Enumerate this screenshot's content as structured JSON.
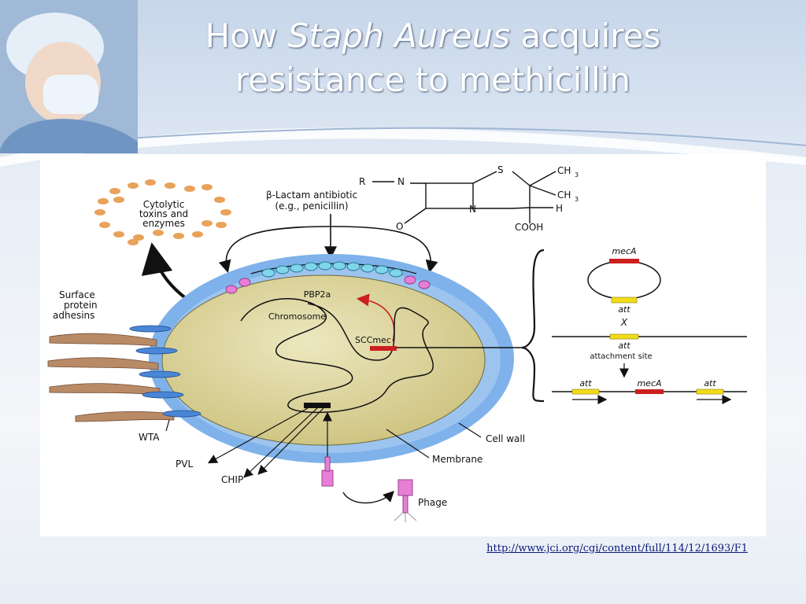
{
  "slide": {
    "title_part1": "How ",
    "title_italic": "Staph Aureus",
    "title_part2": " acquires",
    "title_line2": "resistance to  methicillin",
    "source_url": "http://www.jci.org/cgi/content/full/114/12/1693/F1"
  },
  "diagram": {
    "cytolytic_line1": "Cytolytic",
    "cytolytic_line2": "toxins and",
    "cytolytic_line3": "enzymes",
    "beta_lactam_line1": "β-Lactam antibiotic",
    "beta_lactam_line2": "(e.g., penicillin)",
    "chem_r": "R",
    "chem_n1": "N",
    "chem_s": "S",
    "chem_ch3_1": "CH",
    "chem_ch3_1_sub": "3",
    "chem_ch3_2": "CH",
    "chem_ch3_2_sub": "3",
    "chem_n2": "N",
    "chem_h": "H",
    "chem_o": "O",
    "chem_cooh": "COOH",
    "surface_line1": "Surface",
    "surface_line2": "protein",
    "surface_line3": "adhesins",
    "pbp2a": "PBP2a",
    "chromosome": "Chromosome",
    "sccmec": "SCCmec",
    "wta": "WTA",
    "cell_wall": "Cell wall",
    "membrane": "Membrane",
    "pvl": "PVL",
    "chip": "CHIP",
    "phage": "Phage",
    "meca_top": "mecA",
    "att_ring": "att",
    "times": "X",
    "att_mid": "att",
    "attachment_site": "attachment site",
    "att_left": "att",
    "meca_bottom": "mecA",
    "att_right": "att"
  },
  "colors": {
    "cell_wall": "#7fb2ea",
    "cytoplasm": "#d9d29a",
    "mec_red": "#cc1f1f",
    "att_yellow": "#f2dc1a",
    "pbp_cyan": "#7fd6ea",
    "pink": "#e87fd6",
    "toxin_orange": "#e9a25a",
    "adhesin_brown": "#b98a66"
  }
}
